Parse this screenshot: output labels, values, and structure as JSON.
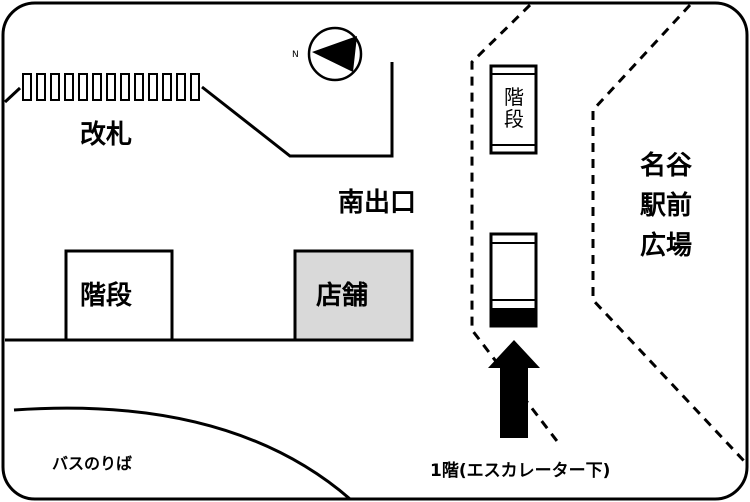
{
  "map": {
    "ticket_gate": "改札",
    "south_exit": "南出口",
    "stairs_left": "階段",
    "shop": "店舗",
    "stairs_vertical": "階段",
    "plaza": "名谷駅前広場",
    "bus_stop": "バスのりば",
    "escalator_note": "1階(エスカレーター下)",
    "north_marker": "N",
    "colors": {
      "line": "#000000",
      "shop_fill": "#d9d9d9",
      "background": "#ffffff"
    }
  }
}
